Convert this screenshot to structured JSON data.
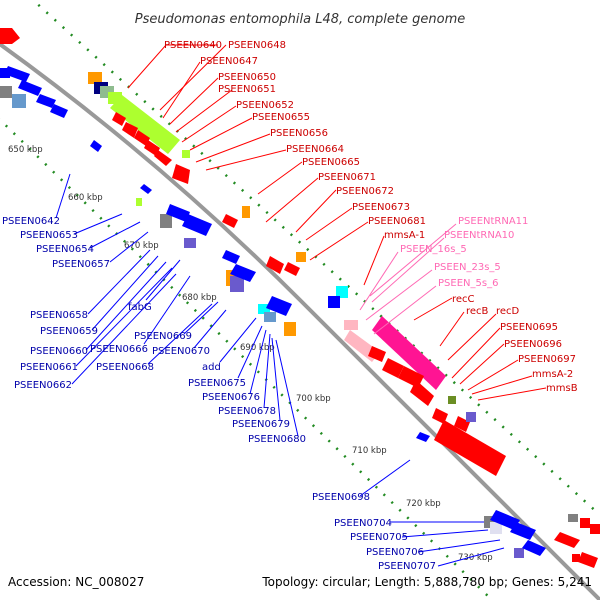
{
  "title": "Pseudomonas entomophila L48, complete genome",
  "footer": {
    "accession": "Accession: NC_008027",
    "topology": "Topology: circular; Length: 5,888,780 bp; Genes: 5,241"
  },
  "colors": {
    "forward": "#ff0000",
    "reverse": "#0000ff",
    "rna_rrna": "#ff1493",
    "rna_light": "#ffb6c1",
    "rna_label": "#ff69b4",
    "cyan": "#00ffff",
    "orange": "#ff9900",
    "yellowgreen": "#adff2f",
    "gray": "#808080",
    "lightblue": "#6699cc",
    "purple": "#6a5acd",
    "backbone": "#999999",
    "tick": "#228b22"
  },
  "kbp_ticks": [
    "650 kbp",
    "660 kbp",
    "670 kbp",
    "680 kbp",
    "690 kbp",
    "700 kbp",
    "710 kbp",
    "720 kbp",
    "730 kbp"
  ],
  "forward_labels": [
    "PSEEN0640",
    "PSEEN0648",
    "PSEEN0647",
    "PSEEN0650",
    "PSEEN0651",
    "PSEEN0652",
    "PSEEN0655",
    "PSEEN0656",
    "PSEEN0664",
    "PSEEN0665",
    "PSEEN0671",
    "PSEEN0672",
    "PSEEN0673",
    "PSEEN0681",
    "mmsA-1",
    "recC",
    "recB",
    "recD",
    "PSEEN0695",
    "PSEEN0696",
    "PSEEN0697",
    "mmsA-2",
    "mmsB"
  ],
  "rna_labels": [
    "PSEENtRNA11",
    "PSEENtRNA10",
    "PSEEN_16s_5",
    "PSEEN_23s_5",
    "PSEEN_5s_6"
  ],
  "reverse_labels": [
    "PSEEN0642",
    "PSEEN0653",
    "PSEEN0654",
    "PSEEN0657",
    "PSEEN0658",
    "PSEEN0659",
    "PSEEN0660",
    "PSEEN0661",
    "PSEEN0662",
    "fabG",
    "PSEEN0666",
    "PSEEN0669",
    "PSEEN0670",
    "PSEEN0668",
    "add",
    "PSEEN0675",
    "PSEEN0676",
    "PSEEN0678",
    "PSEEN0679",
    "PSEEN0680",
    "PSEEN0698",
    "PSEEN0704",
    "PSEEN0705",
    "PSEEN0706",
    "PSEEN0707"
  ]
}
